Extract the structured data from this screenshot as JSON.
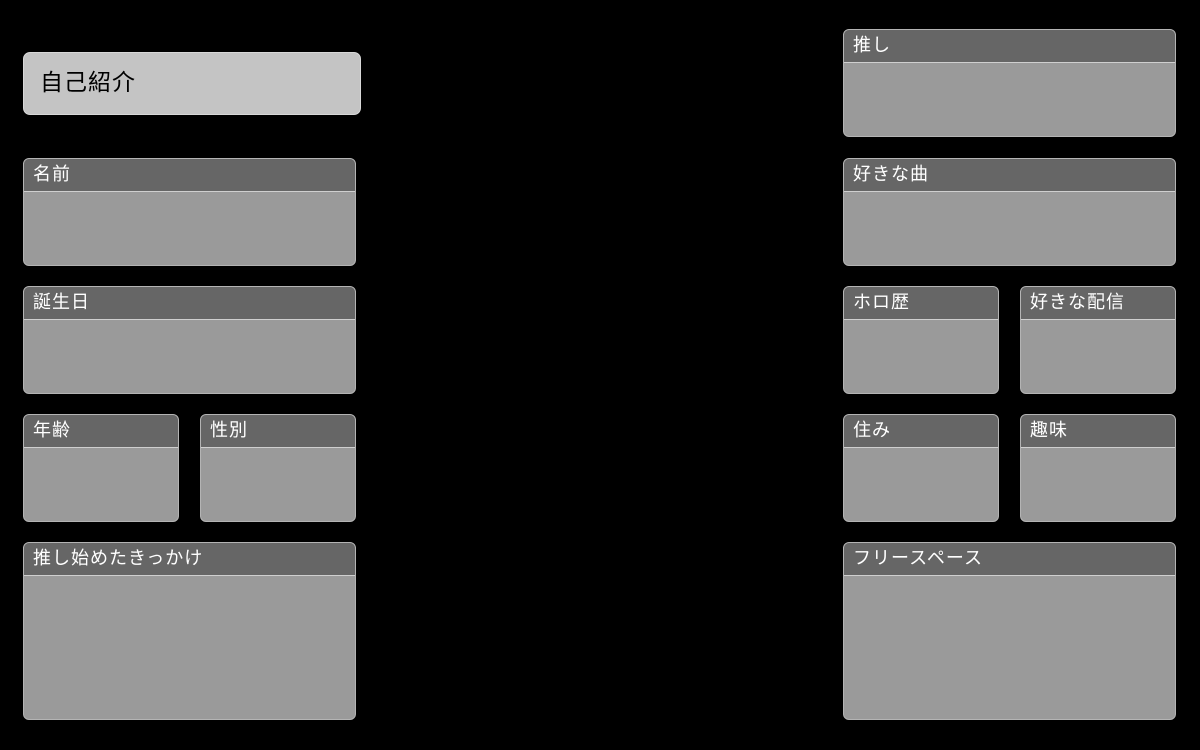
{
  "title": "自己紹介",
  "fields": {
    "name": {
      "label": "名前",
      "value": ""
    },
    "birthday": {
      "label": "誕生日",
      "value": ""
    },
    "age": {
      "label": "年齢",
      "value": ""
    },
    "gender": {
      "label": "性別",
      "value": ""
    },
    "trigger": {
      "label": "推し始めたきっかけ",
      "value": ""
    },
    "oshi": {
      "label": "推し",
      "value": ""
    },
    "favorite_song": {
      "label": "好きな曲",
      "value": ""
    },
    "holo_history": {
      "label": "ホロ歴",
      "value": ""
    },
    "favorite_stream": {
      "label": "好きな配信",
      "value": ""
    },
    "residence": {
      "label": "住み",
      "value": ""
    },
    "hobby": {
      "label": "趣味",
      "value": ""
    },
    "free_space": {
      "label": "フリースペース",
      "value": ""
    }
  }
}
